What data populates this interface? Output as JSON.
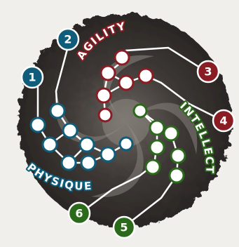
{
  "colors": {
    "physique": "#0f5d7a",
    "agility": "#8a1d24",
    "intellect": "#2a6a1a",
    "node_fill": "#ffffff",
    "connector": "#ffffff",
    "swirl_dark": "#3a3634",
    "background": "#f1efec"
  },
  "labels": {
    "physique": "PHYSIQUE",
    "agility": "AGILITY",
    "intellect": "INTELLECT"
  },
  "badges": {
    "b1": "1",
    "b2": "2",
    "b3": "3",
    "b4": "4",
    "b5": "5",
    "b6": "6"
  }
}
